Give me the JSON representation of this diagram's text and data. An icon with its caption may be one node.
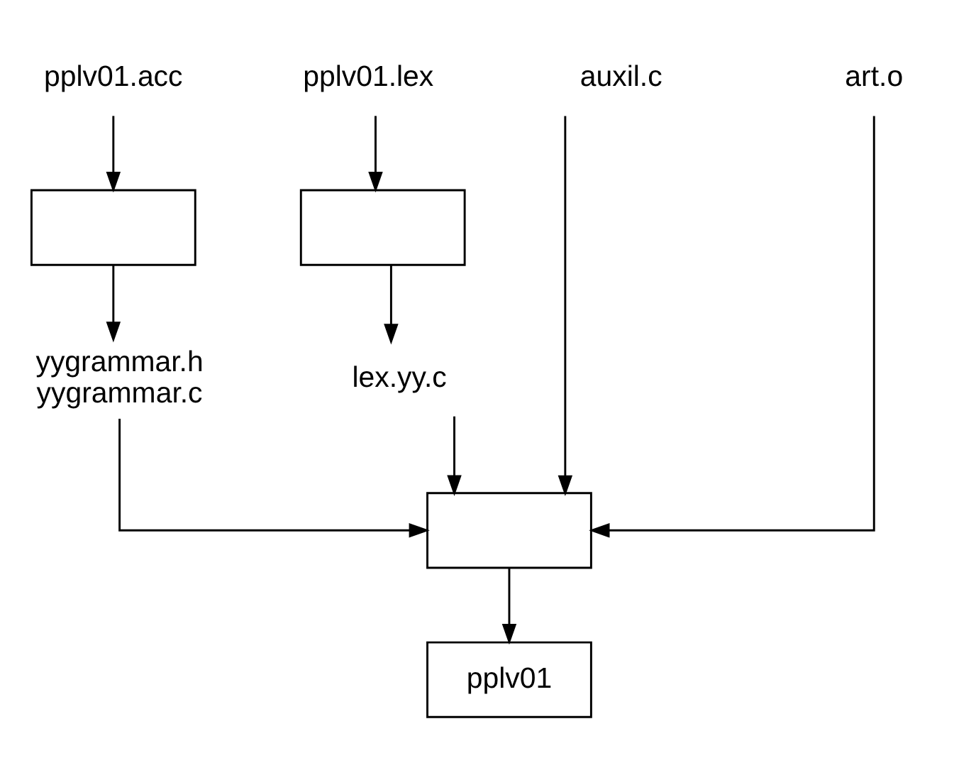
{
  "diagram": {
    "nodes": [
      {
        "text": [
          "pplv01.acc"
        ]
      },
      {
        "text": [],
        "shape": "box"
      },
      {
        "text": [
          "yygrammar.h",
          "yygrammar.c"
        ]
      },
      {
        "text": [
          "pplv01.lex"
        ]
      },
      {
        "text": [],
        "shape": "box"
      },
      {
        "text": [
          "lex.yy.c"
        ]
      },
      {
        "text": [
          "auxil.c"
        ]
      },
      {
        "text": [
          "art.o"
        ]
      },
      {
        "text": [],
        "shape": "box"
      },
      {
        "text": [
          "pplv01"
        ]
      }
    ],
    "edges": [
      {
        "from": 0,
        "to": 1,
        "arrow": "to"
      },
      {
        "from": 1,
        "to": 2,
        "arrow": "to"
      },
      {
        "from": 3,
        "to": 4,
        "arrow": "to"
      },
      {
        "from": 4,
        "to": 5,
        "arrow": "to"
      },
      {
        "from": 2,
        "to": 8,
        "arrow": "to"
      },
      {
        "from": 5,
        "to": 8,
        "arrow": "to"
      },
      {
        "from": 6,
        "to": 8,
        "arrow": "to"
      },
      {
        "from": 7,
        "to": 8,
        "arrow": "to"
      },
      {
        "from": 8,
        "to": 9,
        "arrow": "to"
      }
    ]
  }
}
